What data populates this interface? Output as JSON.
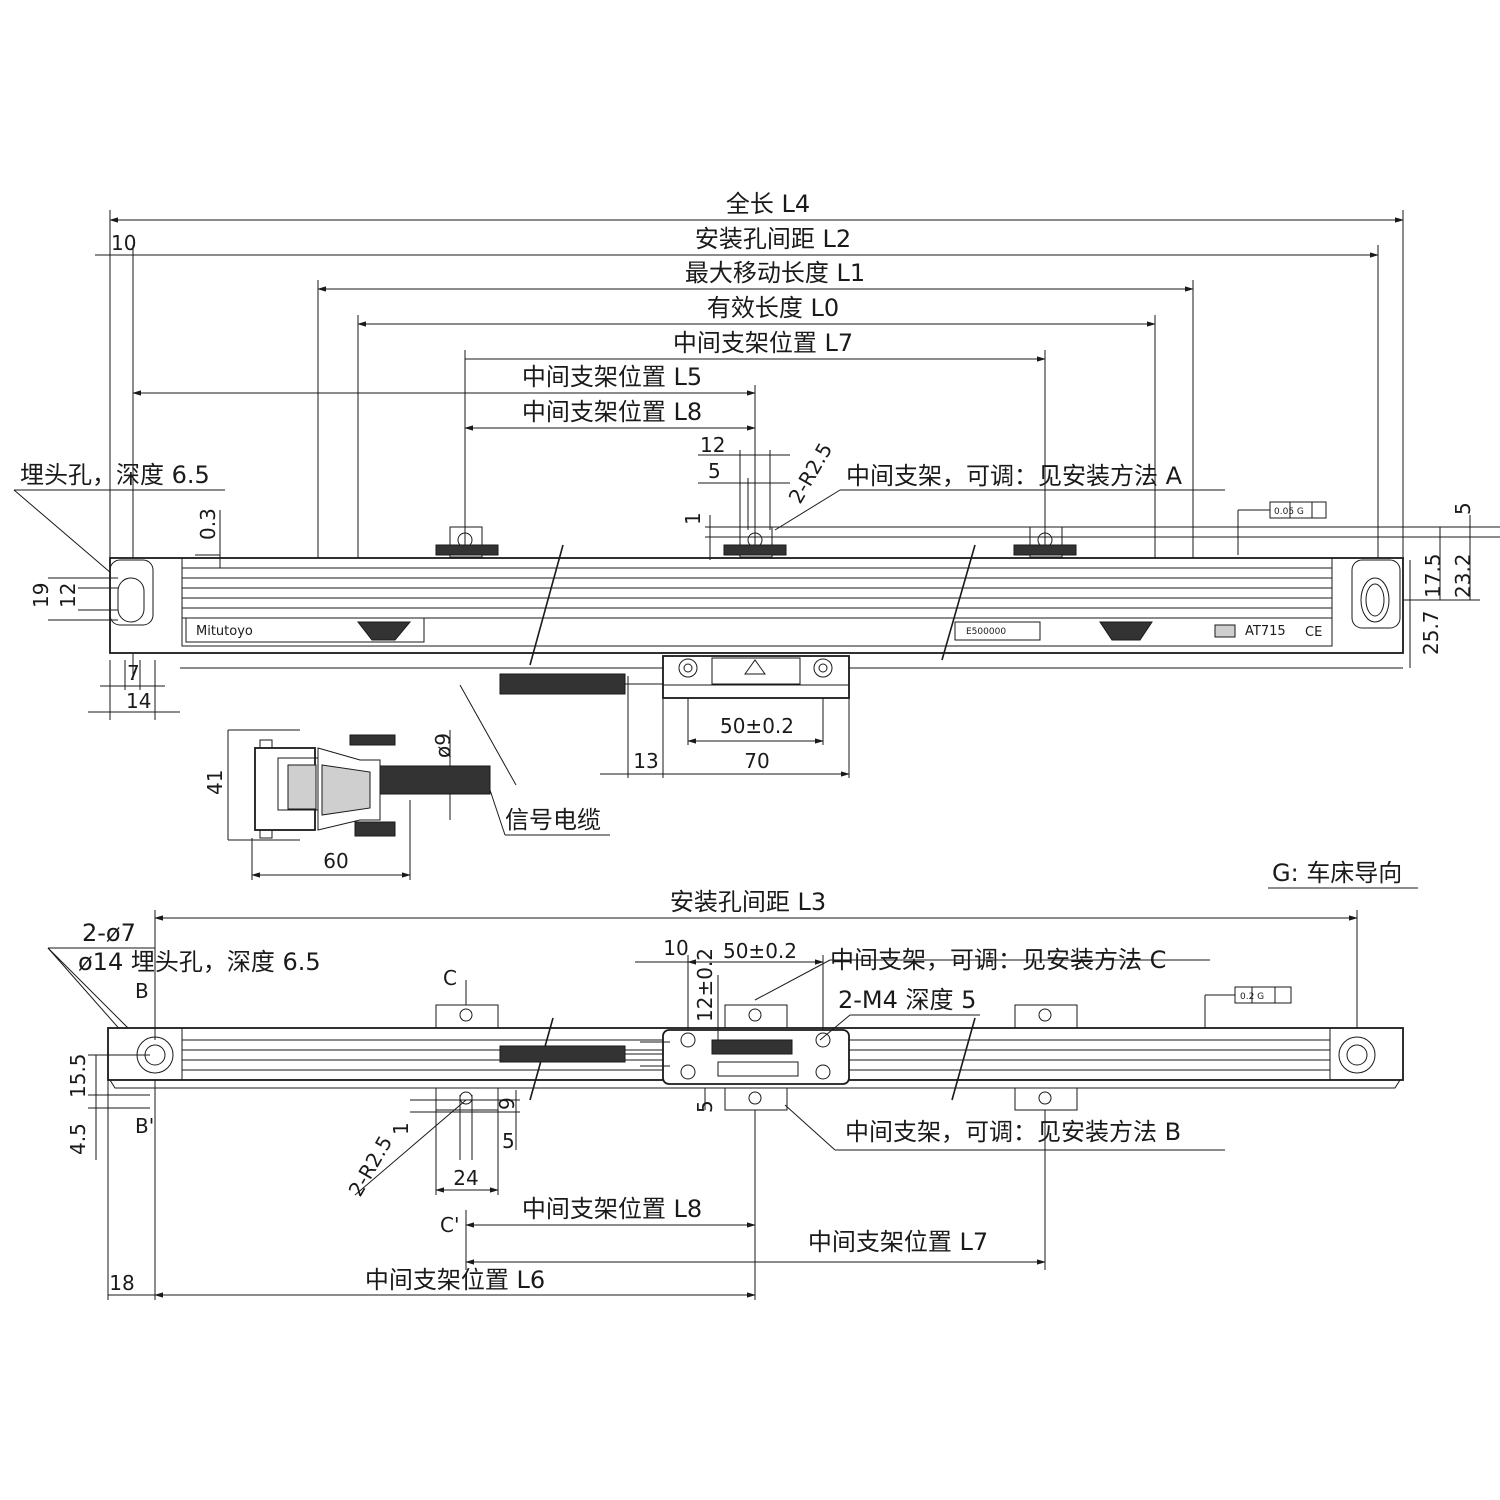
{
  "top_view": {
    "dims": {
      "total_length": "全长 L4",
      "mount_pitch_l2": "安装孔间距 L2",
      "max_travel": "最大移动长度 L1",
      "effective_length": "有效长度 L0",
      "mid_bracket_l7": "中间支架位置 L7",
      "mid_bracket_l5": "中间支架位置 L5",
      "mid_bracket_l8": "中间支架位置 L8",
      "d10": "10",
      "d12": "12",
      "d5": "5",
      "d1": "1",
      "d03": "0.3",
      "d19": "19",
      "d12b": "12",
      "d7": "7",
      "d14": "14",
      "d5r": "5",
      "d232": "23.2",
      "d175": "17.5",
      "d257": "25.7",
      "d50": "50±0.2",
      "d70": "70",
      "d13": "13",
      "r25": "2-R2.5"
    },
    "callouts": {
      "counterbore": "埋头孔，深度 6.5",
      "bracket_a": "中间支架，可调：见安装方法 A"
    },
    "scale_marks": {
      "logo": "Mitutoyo",
      "model": "AT715",
      "ce": "CE",
      "serial": "E500000",
      "flatness": "0.05 G"
    }
  },
  "connector": {
    "d9": "ø9",
    "d41": "41",
    "d60": "60",
    "cable_label": "信号电缆"
  },
  "bottom_view": {
    "guide_note": "G: 车床导向",
    "mount_pitch_l3": "安装孔间距 L3",
    "holes": "2-ø7",
    "counterbore": "ø14 埋头孔，深度 6.5",
    "bracket_c": "中间支架，可调：见安装方法 C",
    "tapped": "2-M4 深度 5",
    "bracket_b": "中间支架，可调：见安装方法 B",
    "flatness": "0.2 G",
    "mid_l8": "中间支架位置 L8",
    "mid_l7": "中间支架位置 L7",
    "mid_l6": "中间支架位置 L6",
    "marks": {
      "b": "B",
      "b2": "B'",
      "c": "C",
      "c2": "C'"
    },
    "dims": {
      "d10": "10",
      "d50": "50±0.2",
      "d12": "12±0.2",
      "d155": "15.5",
      "d45": "4.5",
      "d9": "9",
      "d5": "5",
      "d5b": "5",
      "d1": "1",
      "d24": "24",
      "d18": "18",
      "r25": "2-R2.5"
    }
  }
}
